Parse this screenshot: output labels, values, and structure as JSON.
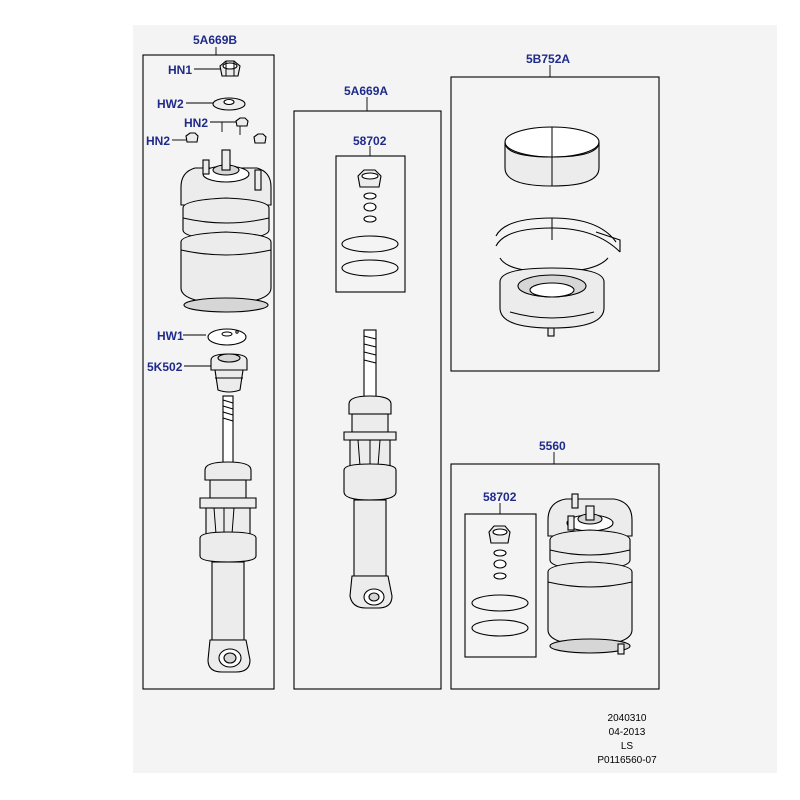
{
  "callouts": {
    "main_left": "5A669B",
    "hn1": "HN1",
    "hw2": "HW2",
    "hn2_upper": "HN2",
    "hn2_left": "HN2",
    "hw1": "HW1",
    "k502": "5K502",
    "main_mid": "5A669A",
    "kit_mid": "58702",
    "main_right_top": "5B752A",
    "main_right_bottom": "5560",
    "kit_right": "58702"
  },
  "reference": {
    "line1": "2040310",
    "line2": "04-2013",
    "line3": "LS",
    "line4": "P0116560-07"
  },
  "colors": {
    "callout": "#1f2a8a",
    "background": "#f4f4f4"
  }
}
